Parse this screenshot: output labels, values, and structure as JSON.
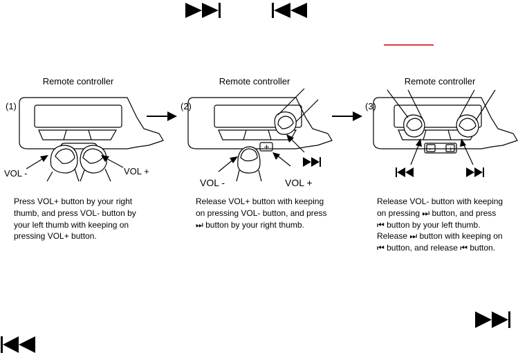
{
  "panels": [
    {
      "number": "(1)",
      "title": "Remote controller",
      "labels": {
        "left": "VOL -",
        "right": "VOL +"
      },
      "description": "Press VOL+ button by your right\nthumb, and press VOL- button by\nyour left thumb with keeping on\npressing VOL+ button."
    },
    {
      "number": "(2)",
      "title": "Remote controller",
      "labels": {
        "left": "VOL -",
        "right": "VOL +"
      },
      "description": "Release VOL+ button with keeping\non pressing VOL- button, and press\n⏭ button by your right thumb."
    },
    {
      "number": "(3)",
      "title": "Remote controller",
      "description": "Release VOL- button with keeping\non pressing ⏭ button, and press\n⏮ button by your left thumb.\nRelease ⏭ button with keeping on\n⏮ button, and release ⏮ button."
    }
  ],
  "icons": [
    "next-track-icon",
    "previous-track-icon"
  ],
  "colors": {
    "accent_line": "#cc0000",
    "ink": "#000000"
  }
}
